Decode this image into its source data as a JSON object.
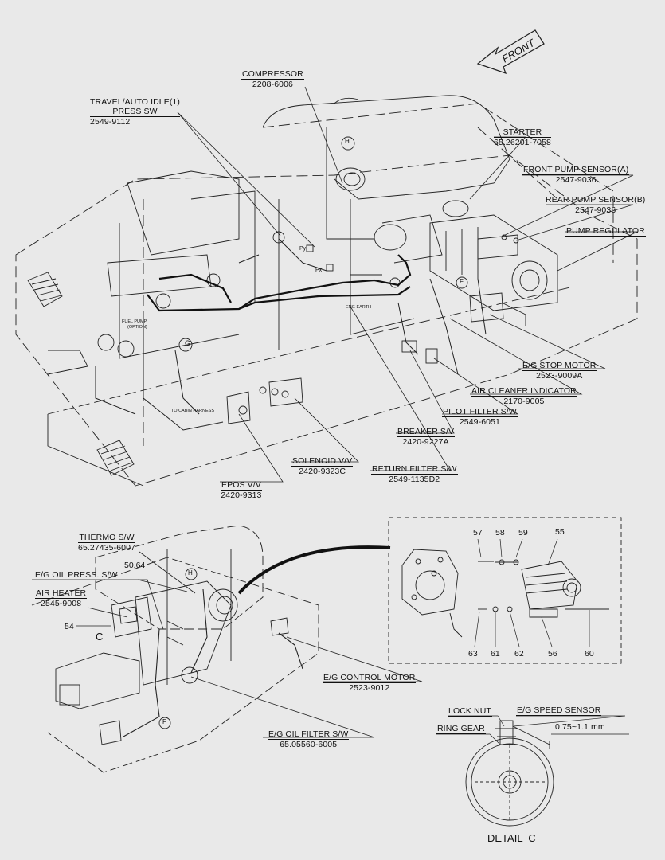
{
  "front_arrow": "FRONT",
  "labels": {
    "compressor": {
      "name": "COMPRESSOR",
      "part": "2208-6006"
    },
    "travel_sw": {
      "line1": "TRAVEL/AUTO IDLE(1)",
      "line2": "PRESS SW",
      "part": "2549-9112"
    },
    "starter": {
      "name": "STARTER",
      "part": "65.26201-7058"
    },
    "front_pump_sensor": {
      "name": "FRONT PUMP SENSOR(A)",
      "part": "2547-9036"
    },
    "rear_pump_sensor": {
      "name": "REAR PUMP SENSOR(B)",
      "part": "2547-9036"
    },
    "pump_regulator": {
      "name": "PUMP REGULATOR"
    },
    "eg_stop_motor": {
      "name": "E/G STOP MOTOR",
      "part": "2523-9009A"
    },
    "air_cleaner": {
      "name": "AIR CLEANER INDICATOR",
      "part": "2170-9005"
    },
    "pilot_filter": {
      "name": "PILOT FILTER S/W",
      "part": "2549-6051"
    },
    "breaker": {
      "name": "BREAKER S/V",
      "part": "2420-9227A"
    },
    "return_filter": {
      "name": "RETURN FILTER S/W",
      "part": "2549-1135D2"
    },
    "solenoid": {
      "name": "SOLENOID V/V",
      "part": "2420-9323C"
    },
    "epos": {
      "name": "EPOS V/V",
      "part": "2420-9313"
    },
    "thermo": {
      "name": "THERMO S/W",
      "part": "65.27435-6007"
    },
    "oil_press": {
      "name": "E/G OIL PRESS. S/W"
    },
    "air_heater": {
      "name": "AIR HEATER",
      "part": "2545-9008"
    },
    "eg_control_motor": {
      "name": "E/G CONTROL MOTOR",
      "part": "2523-9012"
    },
    "eg_oil_filter": {
      "name": "E/G OIL FILTER S/W",
      "part": "65.05560-6005"
    },
    "lock_nut": {
      "name": "LOCK NUT"
    },
    "speed_sensor": {
      "name": "E/G SPEED SENSOR"
    },
    "ring_gear": {
      "name": "RING GEAR"
    },
    "gap": "0.75~1.1 mm",
    "detail": "DETAIL  C"
  },
  "callouts": {
    "n50_64": "50,64",
    "n54": "54",
    "c_mark": "C",
    "n55": "55",
    "n56": "56",
    "n57": "57",
    "n58": "58",
    "n59": "59",
    "n60": "60",
    "n61": "61",
    "n62": "62",
    "n63": "63"
  },
  "small_text": {
    "fuel_pump": "FUEL PUMP",
    "option": "(OPTION)",
    "to_cabin": "TO CABIN HARNESS",
    "eng_earth": "ENG EARTH",
    "px1": "Px",
    "py": "Py",
    "px2": "Px",
    "g_mark": "G",
    "h_mark": "H",
    "f_mark": "F",
    "h_mark2": "H",
    "f_mark2": "F"
  }
}
